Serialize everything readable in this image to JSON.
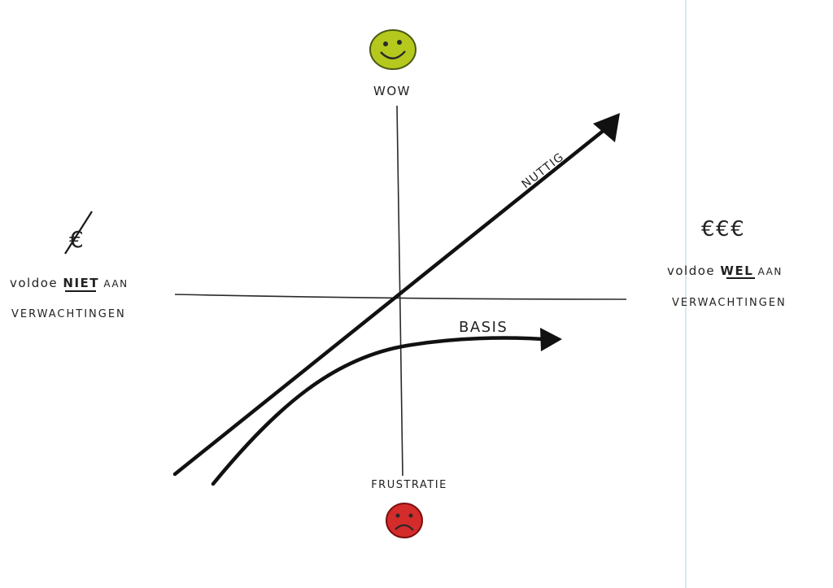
{
  "diagram": {
    "top_label": "WOW",
    "bottom_label": "FRUSTRATIE",
    "left": {
      "symbol": "€",
      "line1_prefix": "voldoe ",
      "line1_emph": "NIET",
      "line1_suffix": " AAN",
      "line2": "VERWACHTINGEN"
    },
    "right": {
      "symbol": "€€€",
      "line1_prefix": "voldoe ",
      "line1_emph": "WEL",
      "line1_suffix": " AAN",
      "line2": "VERWACHTINGEN"
    },
    "curves": {
      "nuttig": "NUTTIG",
      "basis": "BASIS"
    },
    "colors": {
      "happy_face": "#b5c81e",
      "sad_face": "#d42b2b",
      "ink": "#1a1a1a",
      "page_divider": "#dbe7f0"
    },
    "icons": {
      "top": "smiley-face-icon",
      "bottom": "sad-face-icon"
    }
  }
}
